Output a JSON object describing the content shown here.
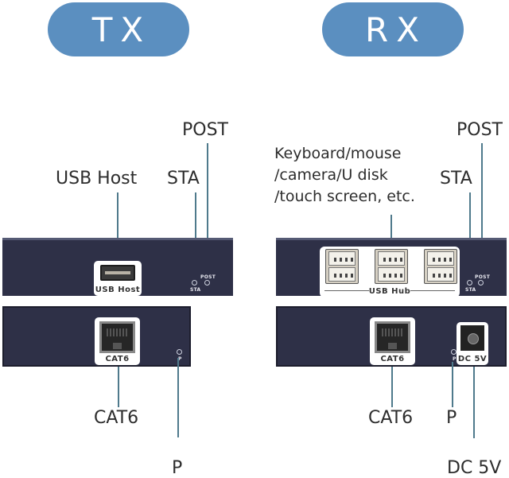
{
  "tx": {
    "title": "TX",
    "labels": {
      "post": "POST",
      "usb_host": "USB Host",
      "sta": "STA",
      "cat6": "CAT6",
      "power": "P"
    },
    "panel_marks": {
      "usb_host": "USB Host",
      "post": "POST",
      "sta": "STA",
      "cat6": "CAT6",
      "power": "P"
    }
  },
  "rx": {
    "title": "RX",
    "labels": {
      "post": "POST",
      "devices": [
        "Keyboard/mouse",
        "/camera/U disk",
        "/touch screen, etc."
      ],
      "sta": "STA",
      "cat6": "CAT6",
      "power": "P",
      "dc": "DC 5V"
    },
    "panel_marks": {
      "usb_hub": "USB Hub",
      "post": "POST",
      "sta": "STA",
      "cat6": "CAT6",
      "power": "P",
      "dc": "DC 5V"
    }
  },
  "colors": {
    "pill": "#5b8fc0",
    "panel": "#2e3047",
    "leader_line": "#4f7a8c"
  }
}
